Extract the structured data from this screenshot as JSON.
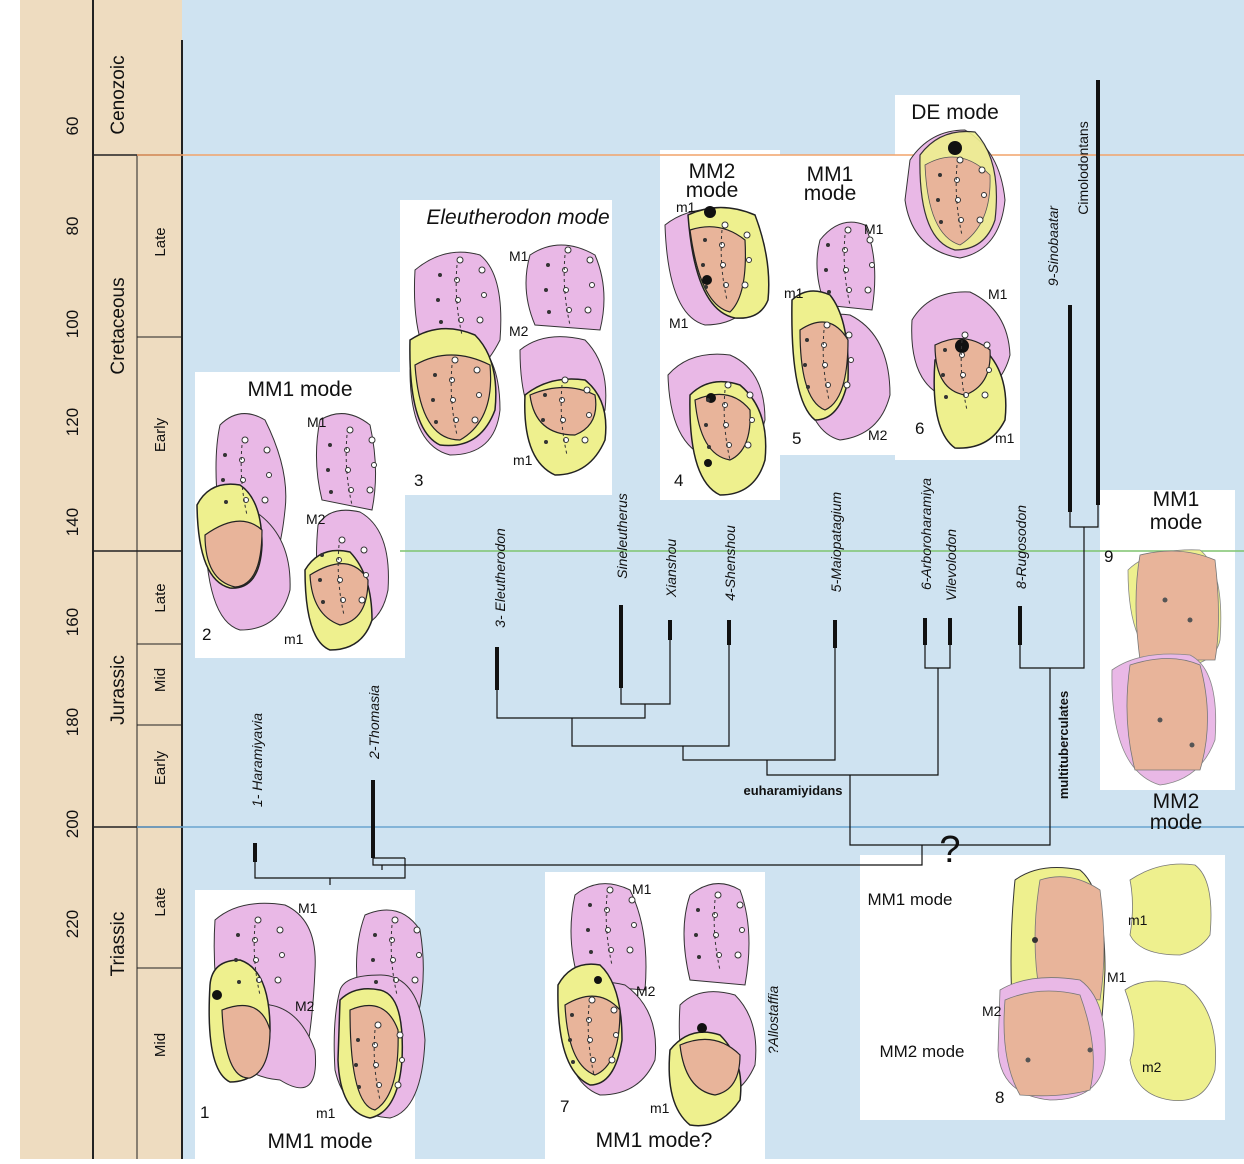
{
  "timescale": {
    "ages": [
      "60",
      "80",
      "100",
      "120",
      "140",
      "160",
      "180",
      "200",
      "220"
    ],
    "eras": [
      "Cenozoic",
      "Cretaceous",
      "Jurassic",
      "Triassic"
    ],
    "epochs": [
      "Late",
      "Early",
      "Late",
      "Mid",
      "Early",
      "Late",
      "Mid"
    ]
  },
  "modes": {
    "m1": "MM1 mode",
    "m2_title": "MM1 mode",
    "m3": "Eleutherodon mode",
    "m4a": "MM2",
    "m4b": "mode",
    "m5a": "MM1",
    "m5b": "mode",
    "m6": "DE mode",
    "m7": "MM1 mode?",
    "m8a": "MM1 mode",
    "m8b": "MM2 mode",
    "m9a": "MM1",
    "m9b": "mode",
    "m9c": "MM2",
    "m9d": "mode"
  },
  "panel_numbers": [
    "1",
    "2",
    "3",
    "4",
    "5",
    "6",
    "7",
    "8",
    "9"
  ],
  "tooth_labels": {
    "M1": "M1",
    "M2": "M2",
    "m1": "m1",
    "m2": "m2"
  },
  "taxa": {
    "t1": "1- Haramiyavia",
    "t2": "2-Thomasia",
    "t3": "3- Eleutherodon",
    "t4": "Sineleutherus",
    "t5": "Xianshou",
    "t6": "4-Shenshou",
    "t7": "5-Maiopatagium",
    "t8": "6-Arboroharamiya",
    "t9": "Vilevolodon",
    "t10": "8-Rugosodon",
    "t11": "9-Sinobaatar",
    "t12": "Cimolodontans",
    "t13": "?Allostaffia"
  },
  "groups": {
    "euharamiyidans": "euharamiyidans",
    "multituberculates": "multituberculates",
    "question": "?"
  },
  "colors": {
    "column": "#eedcc0",
    "sky": "#cfe3f1",
    "pink": "#e9b8e6",
    "yellow": "#eef08e",
    "overlap": "#e8b49a",
    "orange_line": "#f2a36a",
    "green_line": "#7ec46f",
    "blue_line": "#6aa4cf"
  }
}
